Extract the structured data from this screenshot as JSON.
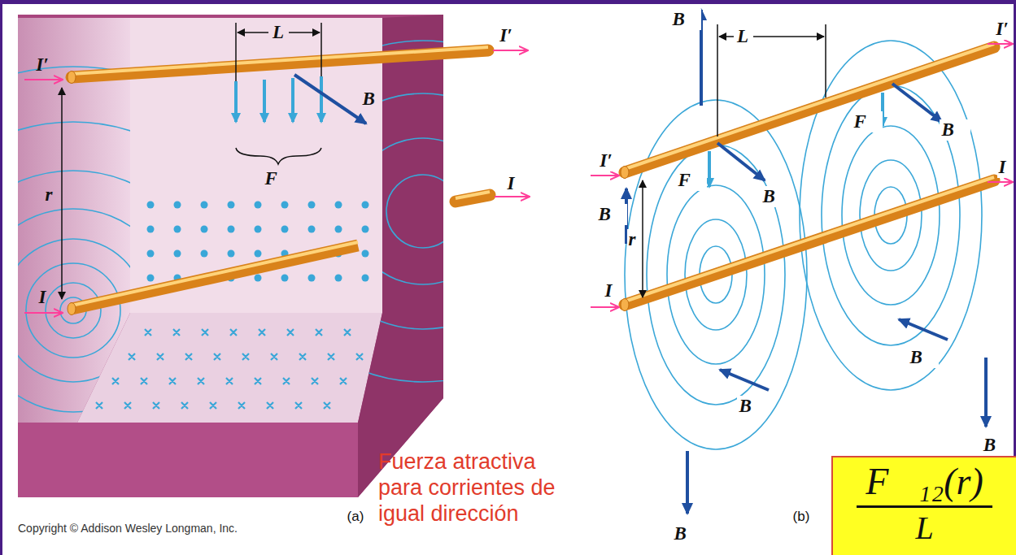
{
  "diagram": {
    "nodes": [
      {
        "text": [
          "F⃗₁₂(r)",
          "L"
        ]
      }
    ],
    "labels": [
      "I′",
      "I′",
      "I",
      "I",
      "L",
      "r",
      "B⃗",
      "F⃗",
      "(a)",
      "Copyright © Addison Wesley Longman, Inc.",
      "I′",
      "I′",
      "I",
      "I",
      "L",
      "r",
      "B⃗",
      "B⃗",
      "B⃗",
      "B⃗",
      "B⃗",
      "B⃗",
      "B⃗",
      "B⃗",
      "F⃗",
      "F⃗",
      "(b)",
      "Fuerza atractiva para corrientes de igual dirección"
    ]
  }
}
